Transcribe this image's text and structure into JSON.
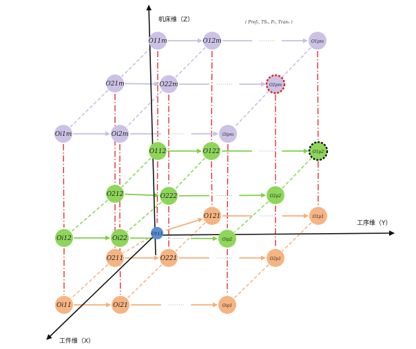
{
  "axes": {
    "z_label": "机床维（Z）",
    "y_label": "工序维（Y）",
    "x_label": "工件维（X）",
    "z_header": "( Pref₀, TS₀, P₀, Tran₀ )"
  },
  "colors": {
    "purple": "#cbc2e5",
    "green": "#8ed65a",
    "orange": "#f6b482",
    "blue": "#5b8fd6",
    "red": "#dd1f1f",
    "black": "#111111",
    "dash_purple": "#c7bfe2",
    "dash_green": "#8ed65a",
    "dash_orange": "#f6b482"
  },
  "nodes": [
    {
      "id": "o11m",
      "label": "O11m",
      "layer": "purple"
    },
    {
      "id": "o12m",
      "label": "O12m",
      "layer": "purple"
    },
    {
      "id": "o1pm",
      "label": "O1pm",
      "layer": "purple"
    },
    {
      "id": "o21m",
      "label": "O21m",
      "layer": "purple"
    },
    {
      "id": "o22m",
      "label": "O22m",
      "layer": "purple"
    },
    {
      "id": "o2pm",
      "label": "O2pm",
      "layer": "purple",
      "outline": "red"
    },
    {
      "id": "oi1m",
      "label": "Oi1m",
      "layer": "purple"
    },
    {
      "id": "oi2m",
      "label": "Oi2m",
      "layer": "purple"
    },
    {
      "id": "oipm",
      "label": "Oipm",
      "layer": "purple"
    },
    {
      "id": "o112",
      "label": "O112",
      "layer": "green"
    },
    {
      "id": "o122",
      "label": "O122",
      "layer": "green"
    },
    {
      "id": "o1p2",
      "label": "O1p2",
      "layer": "green",
      "outline": "black"
    },
    {
      "id": "o212",
      "label": "O212",
      "layer": "green"
    },
    {
      "id": "o222",
      "label": "O222",
      "layer": "green"
    },
    {
      "id": "o2p2",
      "label": "O2p2",
      "layer": "green"
    },
    {
      "id": "oi12",
      "label": "Oi12",
      "layer": "green"
    },
    {
      "id": "oi22",
      "label": "Oi22",
      "layer": "green"
    },
    {
      "id": "oip2",
      "label": "Oip2",
      "layer": "green"
    },
    {
      "id": "o111",
      "label": "O111",
      "layer": "blue"
    },
    {
      "id": "o121",
      "label": "O121",
      "layer": "orange"
    },
    {
      "id": "o1p1",
      "label": "O1p1",
      "layer": "orange"
    },
    {
      "id": "o211",
      "label": "O211",
      "layer": "orange"
    },
    {
      "id": "o221",
      "label": "O221",
      "layer": "orange"
    },
    {
      "id": "o2p1",
      "label": "O2p1",
      "layer": "orange"
    },
    {
      "id": "oi11",
      "label": "Oi11",
      "layer": "orange"
    },
    {
      "id": "oi21",
      "label": "Oi21",
      "layer": "orange"
    },
    {
      "id": "oip1",
      "label": "Oip1",
      "layer": "orange"
    }
  ]
}
